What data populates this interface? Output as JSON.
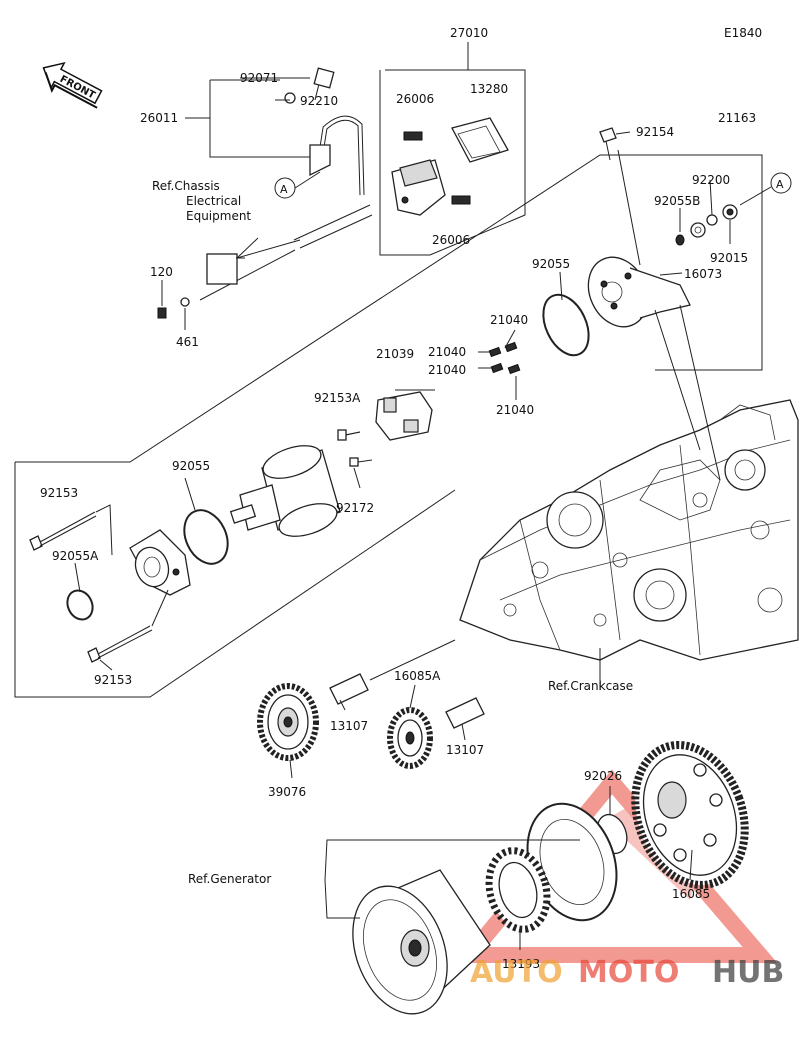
{
  "diagram_code": "E1840",
  "front_label": "FRONT",
  "parts": {
    "p27010": "27010",
    "p92071": "92071",
    "p92210": "92210",
    "p26011": "26011",
    "p26006a": "26006",
    "p13280": "13280",
    "p26006b": "26006",
    "p21163": "21163",
    "p92154": "92154",
    "p92200": "92200",
    "p92055B": "92055B",
    "p16073": "16073",
    "p92015": "92015",
    "p92055top": "92055",
    "p21040a": "21040",
    "p21040b": "21040",
    "p21040c": "21040",
    "p21040d": "21040",
    "p21039": "21039",
    "p92153A": "92153A",
    "p92172": "92172",
    "p120": "120",
    "p461": "461",
    "p92153a": "92153",
    "p92055mid": "92055",
    "p92055A": "92055A",
    "p92153b": "92153",
    "p16085A": "16085A",
    "p13107a": "13107",
    "p13107b": "13107",
    "p39076": "39076",
    "p92026": "92026",
    "p16085": "16085",
    "p13193": "13193"
  },
  "refs": {
    "chassis_line1": "Ref.Chassis",
    "chassis_line2": "Electrical",
    "chassis_line3": "Equipment",
    "crankcase": "Ref.Crankcase",
    "generator": "Ref.Generator"
  },
  "callouts": {
    "a_left": "A",
    "a_right": "A"
  },
  "watermark": {
    "word1": "AUTO",
    "word2": "MOTO",
    "word3": "HUB",
    "color_red": "#e8473a",
    "color_orange": "#f0a030",
    "color_dark": "#3a3a3a"
  }
}
